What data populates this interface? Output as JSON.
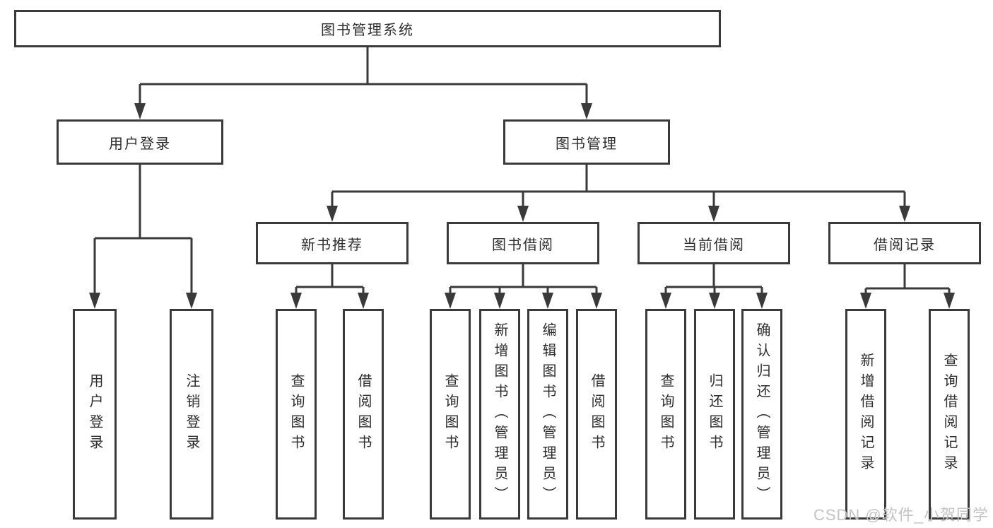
{
  "tree": {
    "root": {
      "label": "图书管理系统"
    },
    "branches": [
      {
        "label": "用户登录",
        "children": [
          {
            "label": "用户登录"
          },
          {
            "label": "注销登录"
          }
        ]
      },
      {
        "label": "图书管理",
        "groups": [
          {
            "label": "新书推荐",
            "children": [
              {
                "label": "查询图书"
              },
              {
                "label": "借阅图书"
              }
            ]
          },
          {
            "label": "图书借阅",
            "children": [
              {
                "label": "查询图书"
              },
              {
                "label": "新增图书（管理员）"
              },
              {
                "label": "编辑图书（管理员）"
              },
              {
                "label": "借阅图书"
              }
            ]
          },
          {
            "label": "当前借阅",
            "children": [
              {
                "label": "查询图书"
              },
              {
                "label": "归还图书"
              },
              {
                "label": "确认归还（管理员）"
              }
            ]
          },
          {
            "label": "借阅记录",
            "children": [
              {
                "label": "新增借阅记录"
              },
              {
                "label": "查询借阅记录"
              }
            ]
          }
        ]
      }
    ]
  },
  "watermark": "CSDN @软件_小贺同学",
  "colors": {
    "line": "#3a3a3a",
    "box_bg": "#ffffff",
    "text": "#2d2d2d",
    "watermark": "#c3c3c3"
  }
}
